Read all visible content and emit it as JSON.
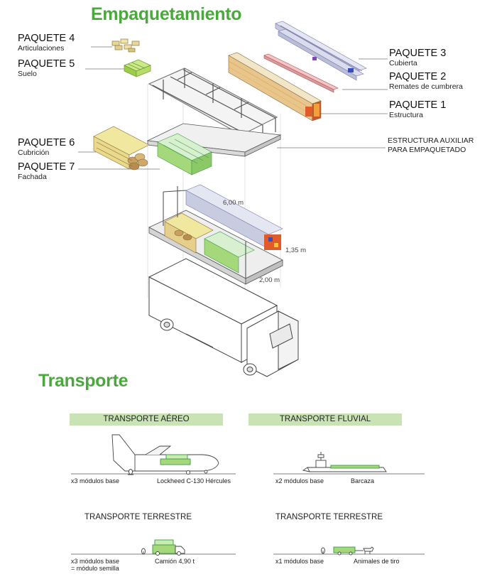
{
  "headings": {
    "packing": "Empaquetamiento",
    "transport": "Transporte"
  },
  "packages": [
    {
      "name": "PAQUETE 4",
      "sub": "Articulaciones"
    },
    {
      "name": "PAQUETE 5",
      "sub": "Suelo"
    },
    {
      "name": "PAQUETE 6",
      "sub": "Cubrición"
    },
    {
      "name": "PAQUETE 7",
      "sub": "Fachada"
    },
    {
      "name": "PAQUETE 3",
      "sub": "Cubierta"
    },
    {
      "name": "PAQUETE 2",
      "sub": "Remates de cumbrera"
    },
    {
      "name": "PAQUETE 1",
      "sub": "Estructura"
    }
  ],
  "auxiliary": {
    "line1": "ESTRUCTURA AUXILIAR",
    "line2": "PARA EMPAQUETADO"
  },
  "dimensions": {
    "length": "6,00 m",
    "height": "1,35 m",
    "width": "2,00 m"
  },
  "transport": {
    "air": {
      "title": "TRANSPORTE AÉREO",
      "modules": "x3 módulos base",
      "vehicle": "Lockheed C-130 Hércules"
    },
    "river": {
      "title": "TRANSPORTE FLUVIAL",
      "modules": "x2 módulos base",
      "vehicle": "Barcaza"
    },
    "land1": {
      "title": "TRANSPORTE TERRESTRE",
      "modules": "x3 módulos base",
      "modules2": "= módulo semilla",
      "vehicle": "Camión 4,90 t"
    },
    "land2": {
      "title": "TRANSPORTE TERRESTRE",
      "modules": "x1 módulos base",
      "vehicle": "Animales de tiro"
    }
  },
  "colors": {
    "accent": "#4aa83c",
    "band": "#c9e3b5",
    "package_green": "#a5d87a"
  }
}
